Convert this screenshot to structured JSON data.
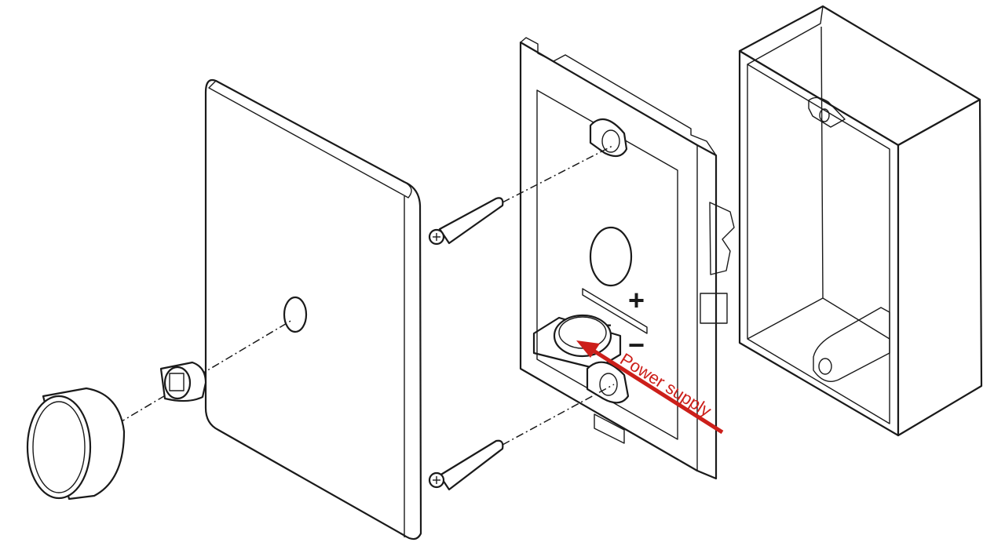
{
  "diagram": {
    "parts": [
      {
        "id": "knob",
        "icon": "round-knob-cap"
      },
      {
        "id": "adapter",
        "icon": "shaft-adapter"
      },
      {
        "id": "front-cover",
        "icon": "rectangular-cover-plate"
      },
      {
        "id": "screws",
        "icon": "mounting-screw"
      },
      {
        "id": "mounting-frame",
        "icon": "mounting-frame"
      },
      {
        "id": "battery",
        "icon": "coin-cell-battery"
      },
      {
        "id": "wall-box",
        "icon": "flush-mount-box"
      }
    ],
    "polarity": {
      "plus": "+",
      "minus": "−"
    },
    "annotation": {
      "label": "Power supply",
      "color": "#cc1f1a"
    }
  }
}
